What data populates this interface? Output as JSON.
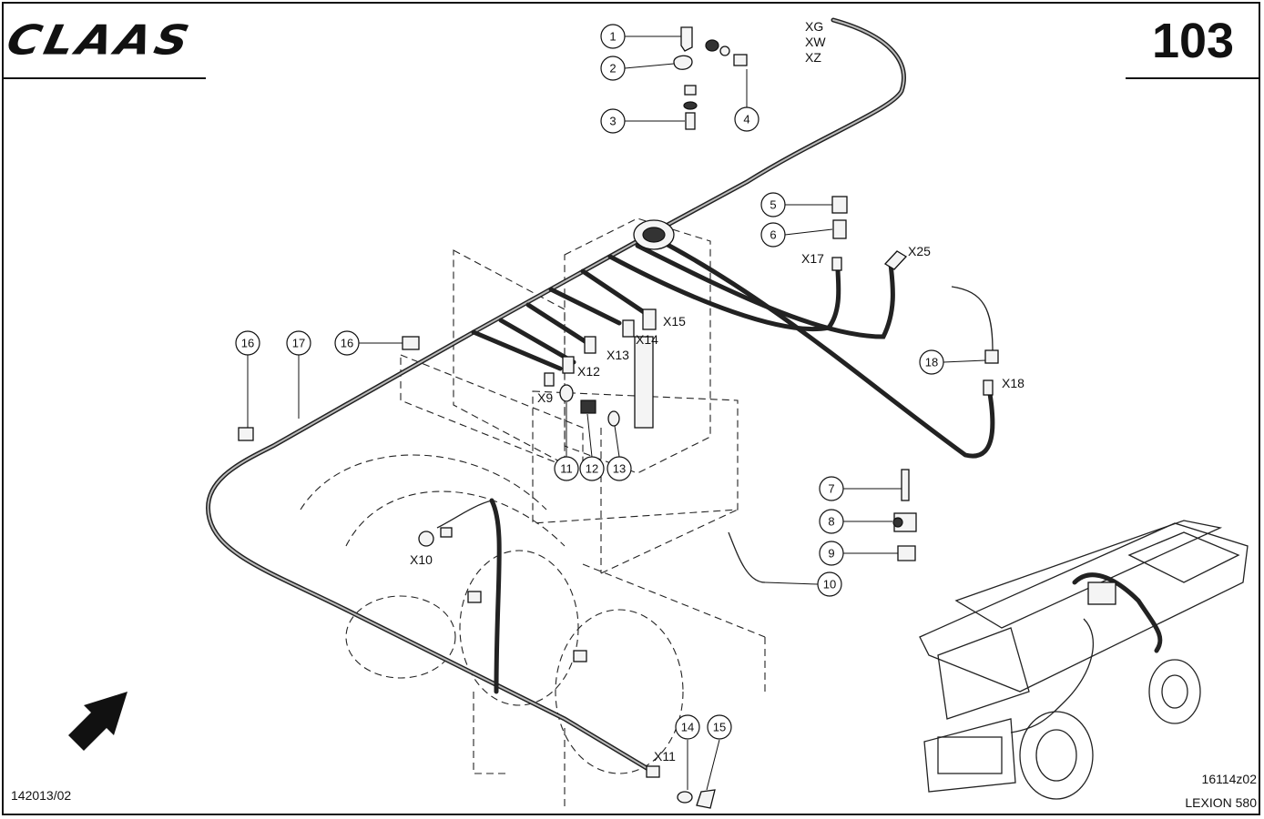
{
  "header": {
    "brand": "CLAAS",
    "page_number": "103"
  },
  "footer": {
    "drawing_number": "142013/02",
    "reference": "16114z02",
    "model": "LEXION 580"
  },
  "connectors": [
    "XG",
    "XW",
    "XZ",
    "X25",
    "X17",
    "X15",
    "X14",
    "X13",
    "X12",
    "X9",
    "X18",
    "X10",
    "X11"
  ],
  "callouts": [
    "1",
    "2",
    "3",
    "4",
    "5",
    "6",
    "7",
    "8",
    "9",
    "10",
    "11",
    "12",
    "13",
    "14",
    "15",
    "16",
    "17",
    "16",
    "18"
  ]
}
